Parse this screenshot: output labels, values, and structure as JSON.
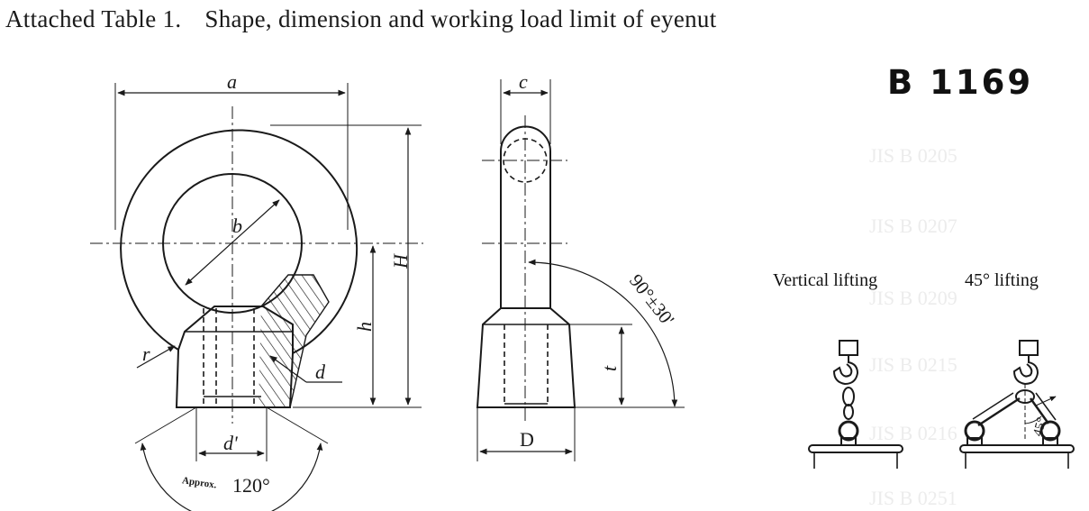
{
  "header": {
    "table_ref": "Attached Table 1.",
    "title": "Shape, dimension and working load limit of eyenut"
  },
  "standard_number": "B 1169",
  "eyenut_front": {
    "labels": {
      "a": "a",
      "b": "b",
      "H": "H",
      "h": "h",
      "r": "r",
      "d": "d",
      "d_prime": "d'",
      "angle": "120°",
      "approx": "Approx."
    }
  },
  "eyenut_side": {
    "labels": {
      "c": "c",
      "t": "t",
      "D": "D",
      "angle": "90°±30'"
    }
  },
  "lifting": {
    "vertical_label": "Vertical lifting",
    "angled_label": "45° lifting",
    "angle_mark": "45°"
  },
  "background_text": [
    "JIS B 0205",
    "JIS B 0207",
    "JIS B 0209",
    "JIS B 0215",
    "JIS B 0216",
    "JIS B 0251"
  ],
  "colors": {
    "ink": "#1a1a1a",
    "bleed": "#ececec"
  }
}
